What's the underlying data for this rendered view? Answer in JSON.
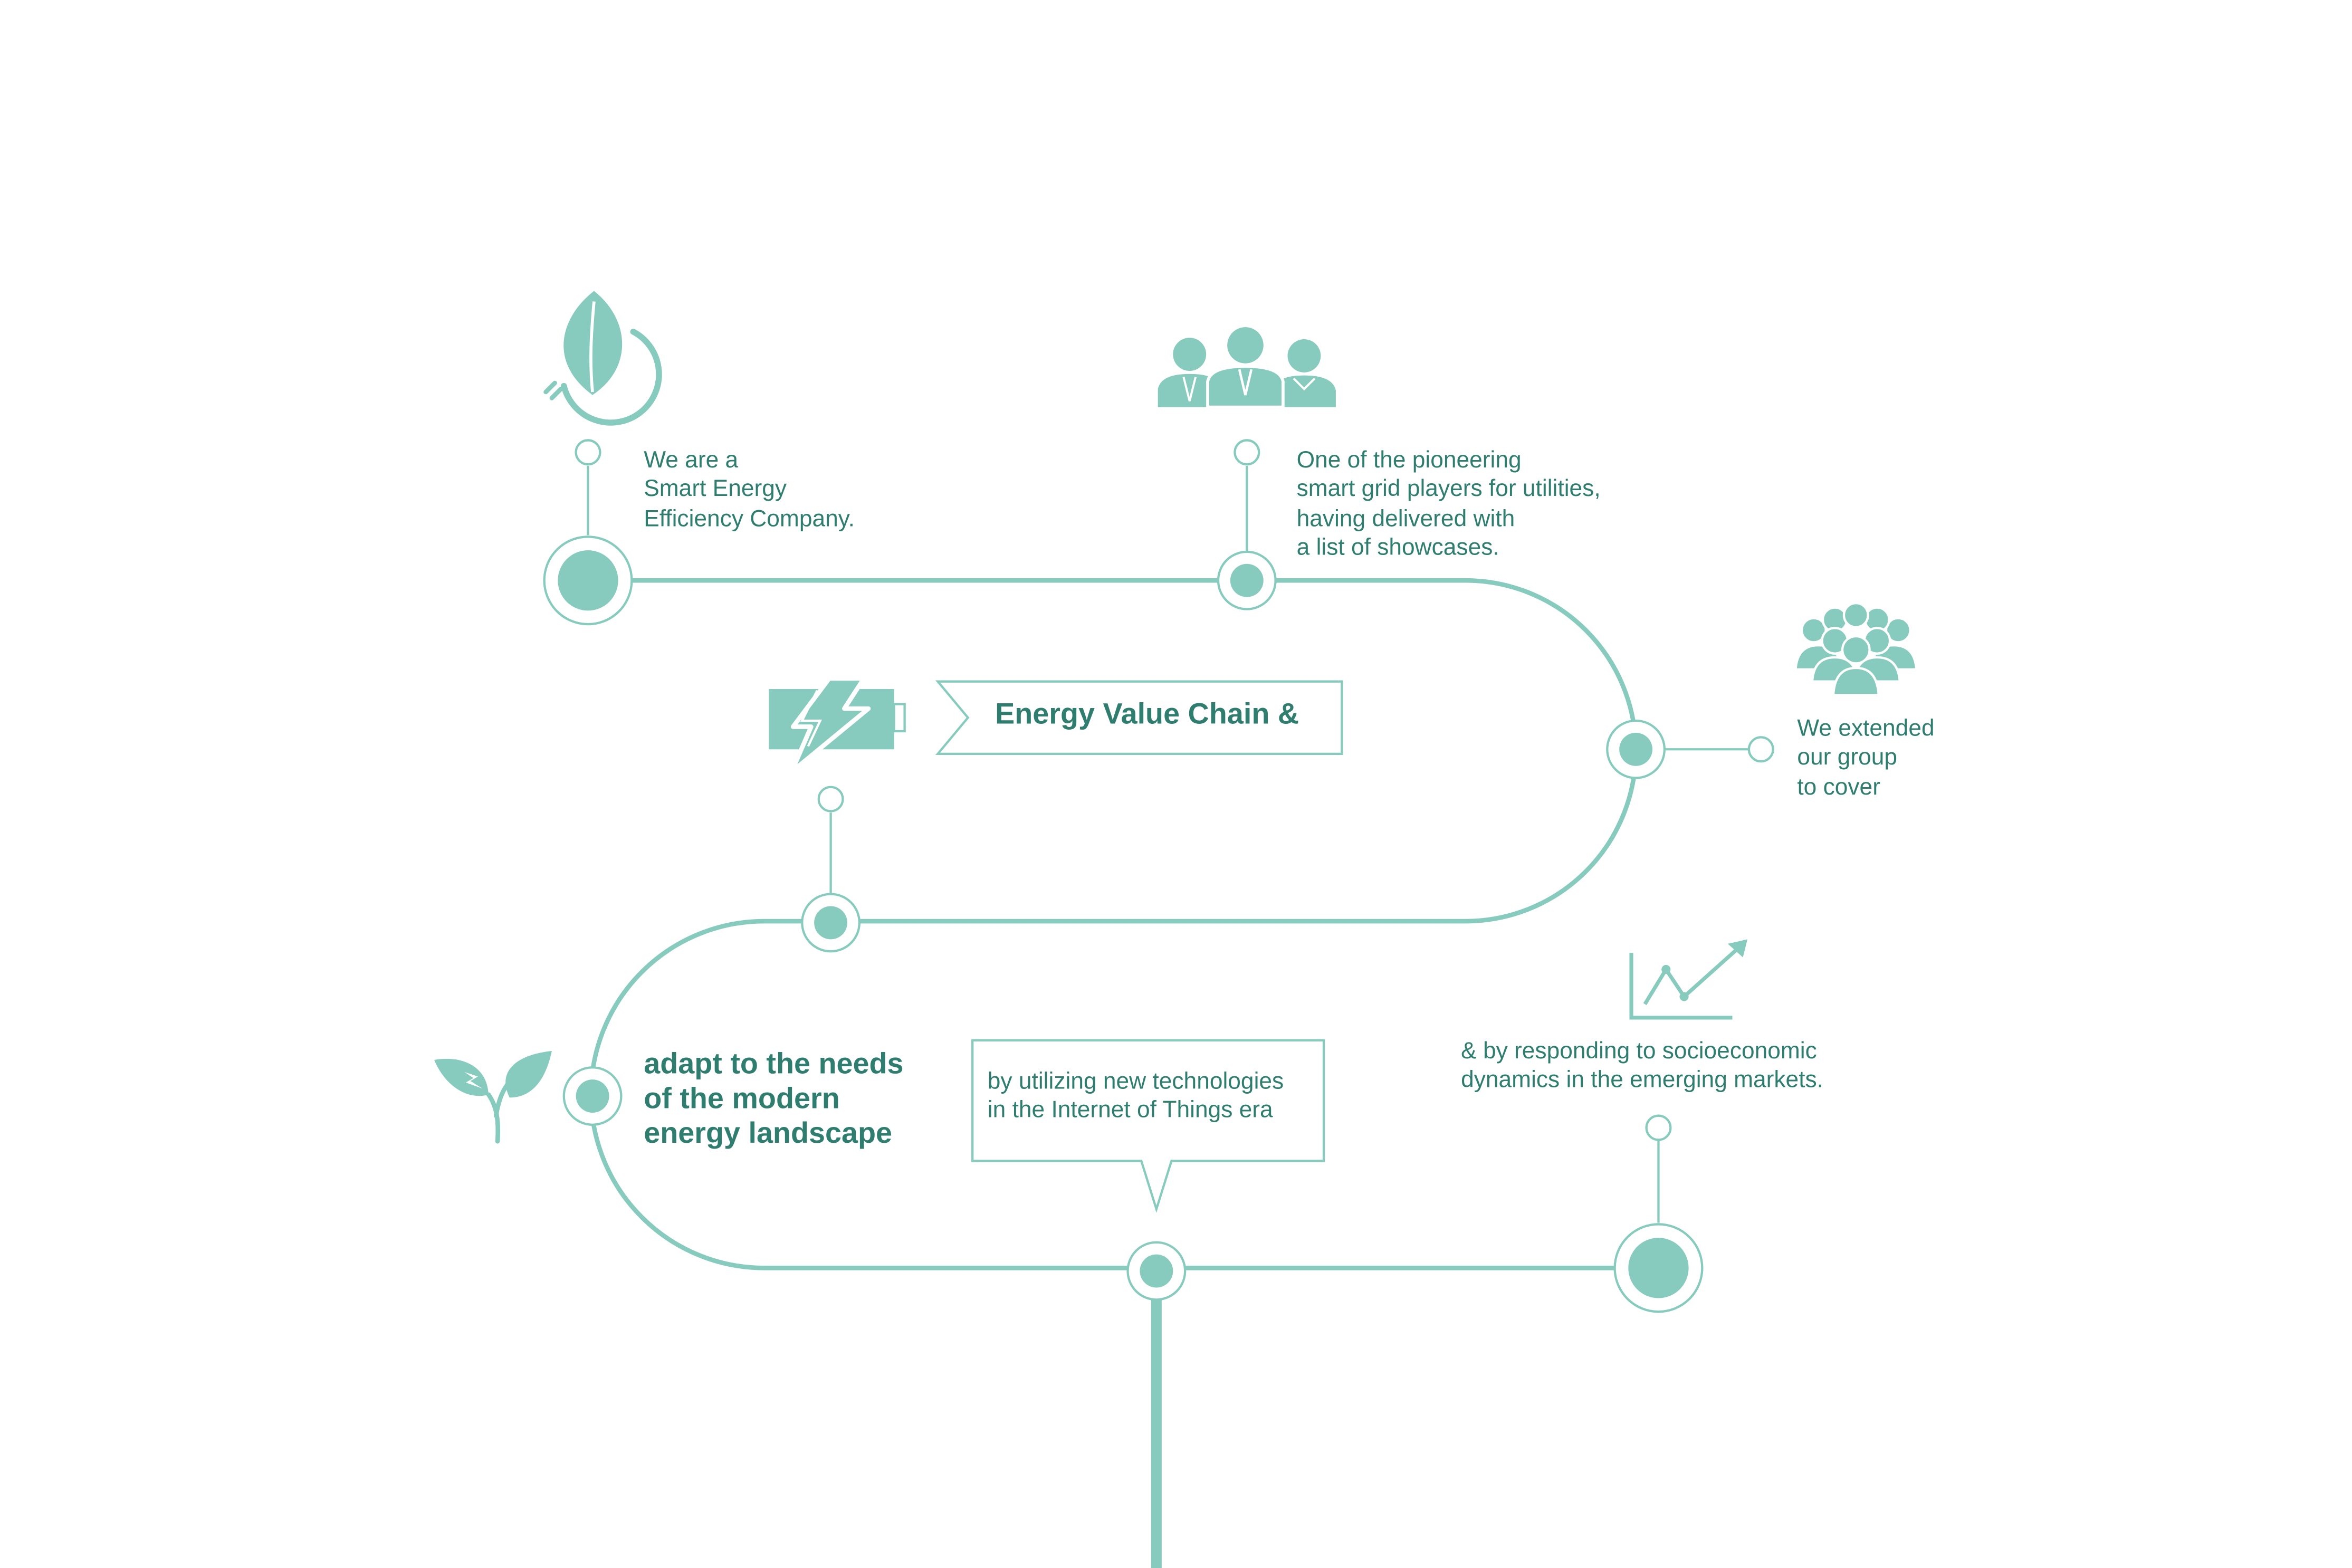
{
  "colors": {
    "accent": "#86cbbd",
    "text": "#2e7d6f",
    "background": "#ffffff"
  },
  "milestones": [
    {
      "icon": "leaf-plug-icon",
      "text": "We are a\nSmart Energy\nEfficiency Company."
    },
    {
      "icon": "business-team-icon",
      "text": "One of the pioneering\nsmart grid players for utilities,\nhaving delivered with\na list of showcases."
    },
    {
      "icon": "group-people-icon",
      "text": "We extended\nour group\nto cover"
    },
    {
      "icon": "battery-lightning-icon",
      "text": "Energy Value Chain &"
    },
    {
      "icon": "sprout-energy-icon",
      "text": "adapt to the needs\nof the modern\nenergy landscape"
    },
    {
      "icon": "speech-bubble",
      "text": "by utilizing new technologies\nin the Internet of Things era"
    },
    {
      "icon": "growth-chart-icon",
      "text": "& by responding to socioeconomic\ndynamics in the emerging markets."
    }
  ]
}
